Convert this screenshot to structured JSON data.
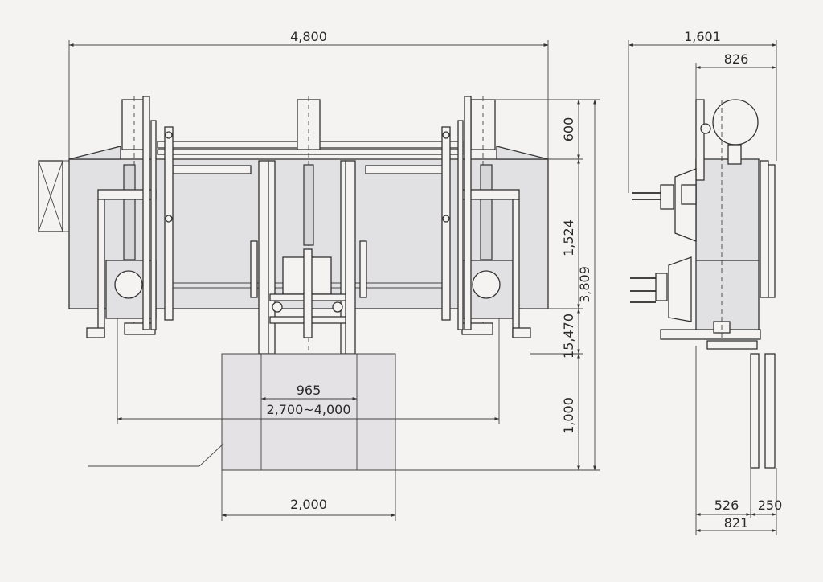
{
  "dimensions": {
    "overall_width": "4,800",
    "side_width": "1,601",
    "side_inner": "826",
    "top_height": "600",
    "mid_height": "1,524",
    "total_height": "3,809",
    "lift_height": "15,470",
    "load_height": "1,000",
    "inner_gap": "965",
    "span_range": "2,700~4,000",
    "load_width": "2,000",
    "side_bottom_a": "526",
    "side_bottom_b": "250",
    "side_bottom_total": "821"
  }
}
